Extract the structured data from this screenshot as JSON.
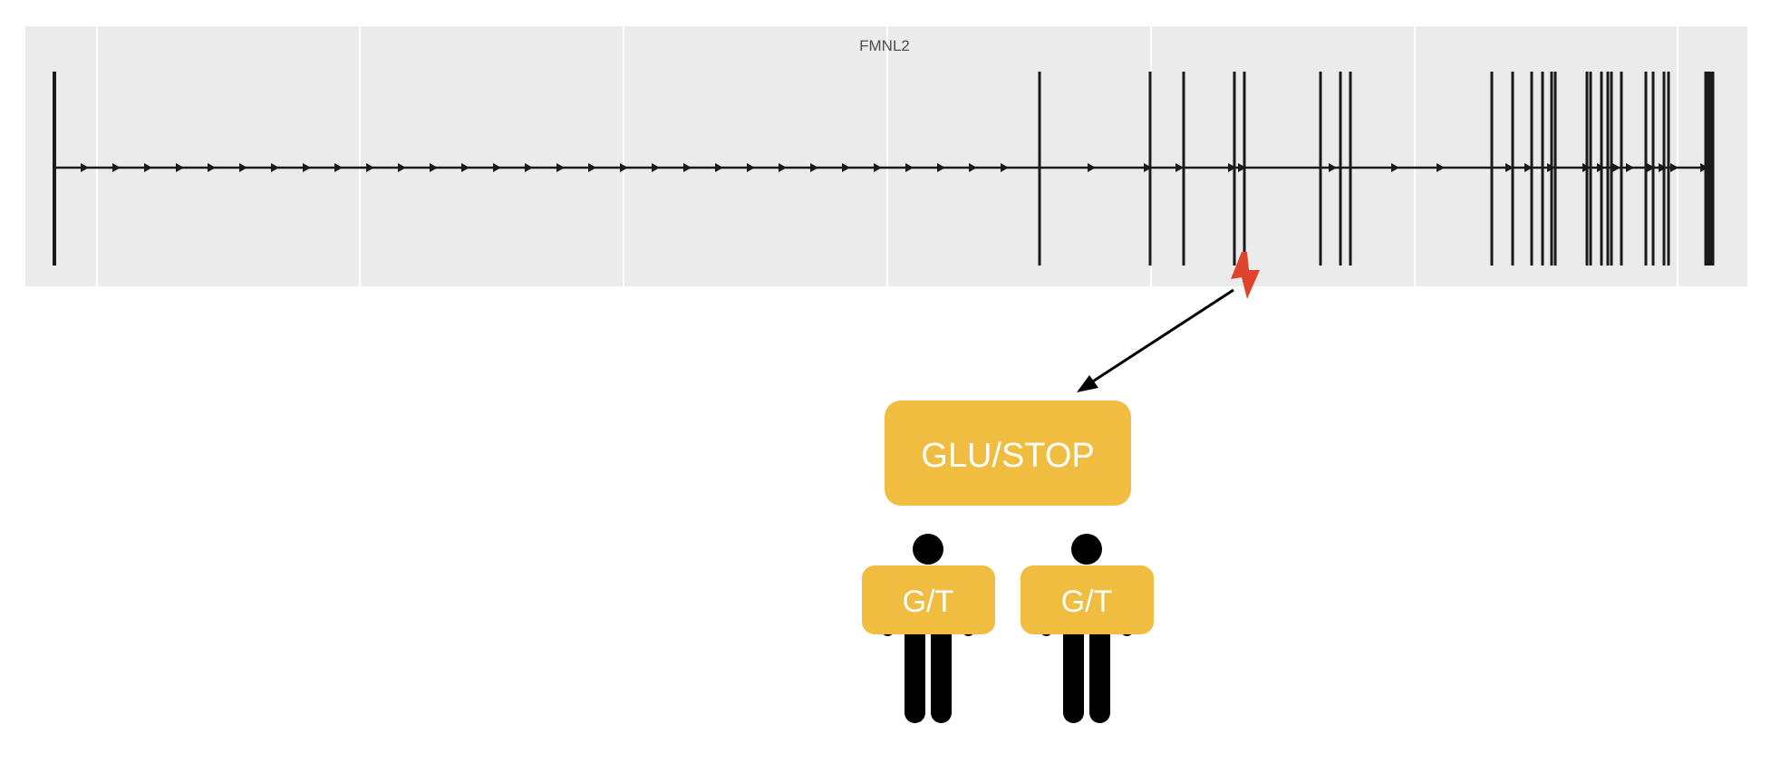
{
  "gene": {
    "name": "FMNL2",
    "exon_count": 29,
    "panel_color": "#ebebeb",
    "gridline_color": "#ffffff",
    "line_color": "#1a1a1a"
  },
  "mutation": {
    "icon": "lightning-bolt-icon",
    "icon_color": "#e0432b",
    "label": "GLU/STOP"
  },
  "carriers": [
    {
      "icon": "person-icon",
      "genotype": "G/T"
    },
    {
      "icon": "person-icon",
      "genotype": "G/T"
    }
  ],
  "colors": {
    "label_box": "#f0bd41",
    "label_text": "#ffffff",
    "person": "#000000",
    "arrow": "#000000"
  }
}
